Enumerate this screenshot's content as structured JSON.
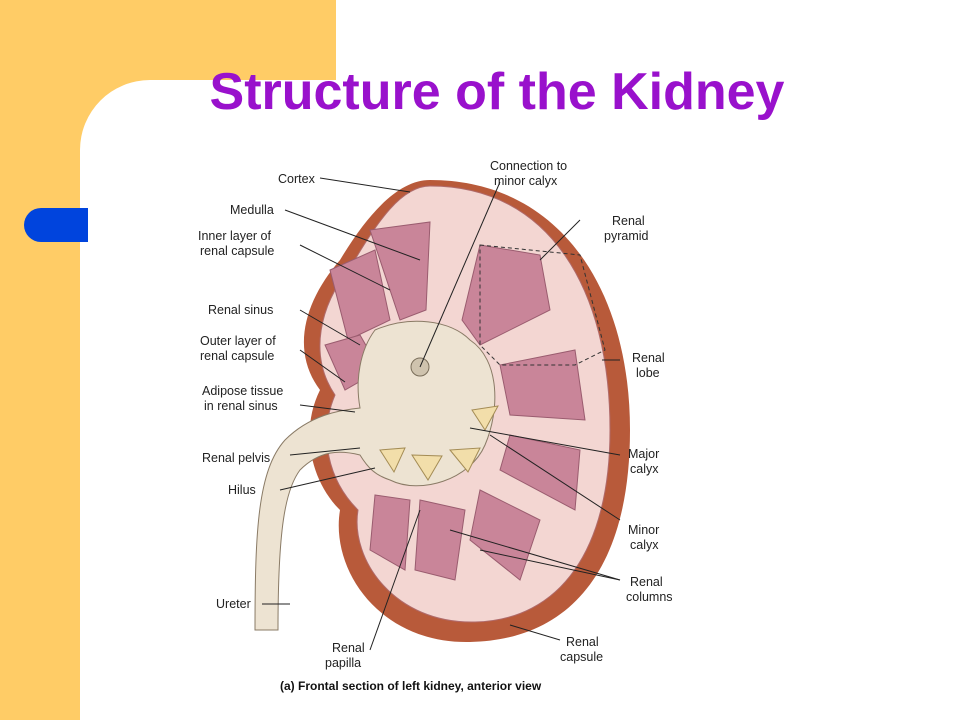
{
  "title": "Structure of the Kidney",
  "labels": {
    "cortex": "Cortex",
    "medulla": "Medulla",
    "inner_capsule_1": "Inner layer of",
    "inner_capsule_2": "renal capsule",
    "renal_sinus": "Renal sinus",
    "outer_capsule_1": "Outer layer of",
    "outer_capsule_2": "renal capsule",
    "adipose_1": "Adipose tissue",
    "adipose_2": "in renal sinus",
    "renal_pelvis": "Renal pelvis",
    "hilus": "Hilus",
    "ureter": "Ureter",
    "papilla_1": "Renal",
    "papilla_2": "papilla",
    "connection_1": "Connection to",
    "connection_2": "minor calyx",
    "pyramid_1": "Renal",
    "pyramid_2": "pyramid",
    "lobe_1": "Renal",
    "lobe_2": "lobe",
    "major_1": "Major",
    "major_2": "calyx",
    "minor_1": "Minor",
    "minor_2": "calyx",
    "columns_1": "Renal",
    "columns_2": "columns",
    "rcapsule_1": "Renal",
    "rcapsule_2": "capsule"
  },
  "caption": "(a) Frontal section of left kidney, anterior view"
}
